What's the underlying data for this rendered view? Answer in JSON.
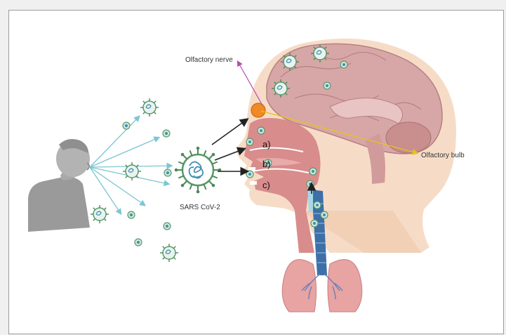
{
  "figure": {
    "labels": {
      "olfactory_nerve": "Olfactory nerve",
      "olfactory_bulb": "Olfactory bulb",
      "virus": "SARS CoV-2",
      "region_a": "a)",
      "region_b": "b)",
      "region_c": "c)"
    },
    "colors": {
      "frame_border": "#9c9c9c",
      "virus_ring": "#5a9a6a",
      "virus_spike": "#4c8a5a",
      "virus_core": "#3e8fb0",
      "head_skin": "#f6dcc7",
      "brain": "#d7a7a7",
      "brain_fold": "#b88080",
      "cavity": "#d98c8c",
      "trachea": "#3d6fa8",
      "lungs": "#e8a3a3",
      "olfactory_bulb": "#f08a24",
      "nerve_line": "#b84bb3",
      "bulb_line": "#e6c31a",
      "arrow": "#222222",
      "spray_arrow": "#7cc6d2",
      "person": "#9a9a9a"
    },
    "icons": [
      "person-icon",
      "virus-icon",
      "brain-icon",
      "lungs-icon"
    ]
  }
}
